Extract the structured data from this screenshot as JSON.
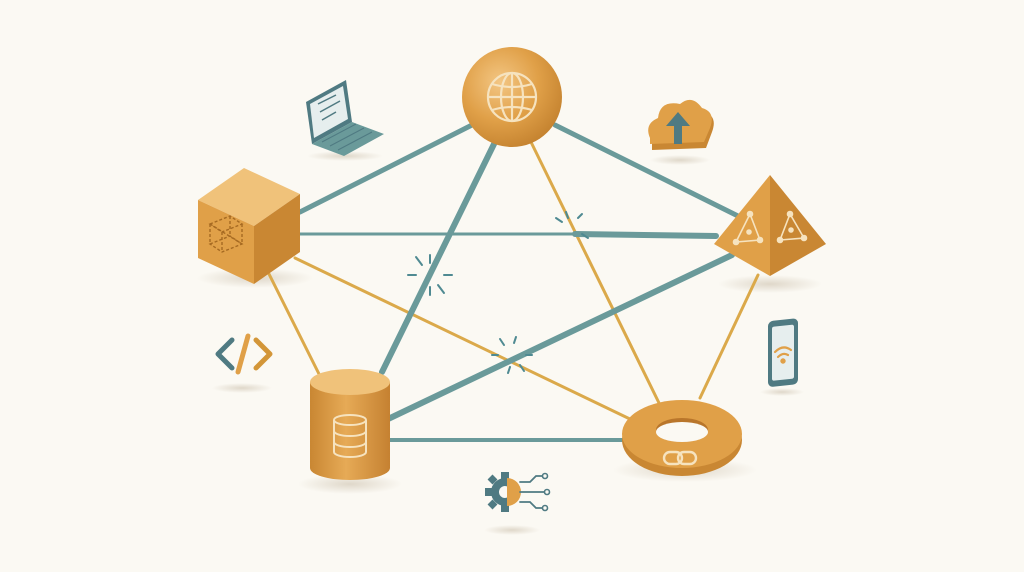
{
  "colors": {
    "background": "#fbf9f3",
    "teal_link": "#6a9a9a",
    "gold_link": "#dba94a",
    "node_fill": "#e0a048",
    "node_shade": "#c98733",
    "node_highlight": "#f0c27a",
    "icon_dark": "#4f7a82",
    "spark": "#4f8a92"
  },
  "nodes": [
    {
      "id": "globe",
      "shape": "sphere",
      "icon": "globe-icon"
    },
    {
      "id": "cube",
      "shape": "cube",
      "icon": "cube-wireframe-icon"
    },
    {
      "id": "pyramid",
      "shape": "pyramid",
      "icon": "network-triangle-icon"
    },
    {
      "id": "database",
      "shape": "cylinder",
      "icon": "database-icon"
    },
    {
      "id": "torus",
      "shape": "torus",
      "icon": "chain-link-icon"
    }
  ],
  "links": [
    {
      "from": "cube",
      "to": "globe",
      "style": "teal"
    },
    {
      "from": "globe",
      "to": "pyramid",
      "style": "teal"
    },
    {
      "from": "cube",
      "to": "pyramid",
      "style": "teal"
    },
    {
      "from": "globe",
      "to": "database",
      "style": "teal"
    },
    {
      "from": "database",
      "to": "pyramid",
      "style": "teal"
    },
    {
      "from": "database",
      "to": "torus",
      "style": "teal"
    },
    {
      "from": "globe",
      "to": "torus",
      "style": "gold"
    },
    {
      "from": "cube",
      "to": "torus",
      "style": "gold"
    },
    {
      "from": "cube",
      "to": "database",
      "style": "gold"
    },
    {
      "from": "pyramid",
      "to": "torus",
      "style": "gold"
    }
  ],
  "floating_icons": [
    "laptop-code-icon",
    "cloud-upload-icon",
    "code-brackets-icon",
    "smartphone-wifi-icon",
    "gear-circuit-icon"
  ]
}
